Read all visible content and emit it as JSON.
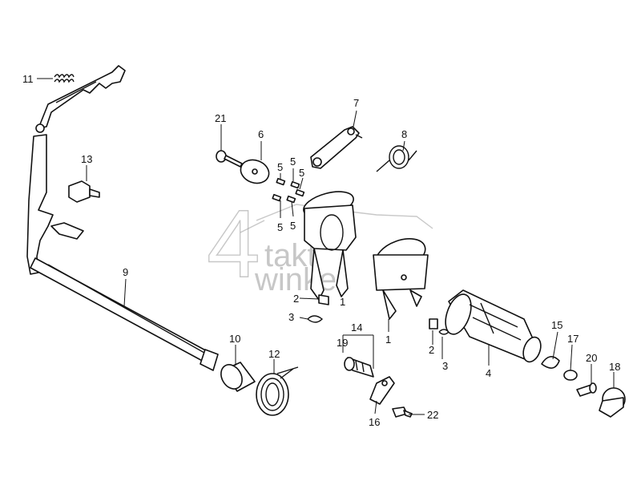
{
  "diagram": {
    "type": "exploded-parts-view",
    "watermark": {
      "number": "4",
      "line1": "takt",
      "line2": "winkel"
    },
    "labels": {
      "p11": "11",
      "p21": "21",
      "p6": "6",
      "p7": "7",
      "p8": "8",
      "p13": "13",
      "p5a": "5",
      "p5b": "5",
      "p5c": "5",
      "p5d": "5",
      "p5e": "5",
      "p9": "9",
      "p2a": "2",
      "p1a": "1",
      "p3a": "3",
      "p1b": "1",
      "p14": "14",
      "p19": "19",
      "p2b": "2",
      "p3b": "3",
      "p4": "4",
      "p15": "15",
      "p17": "17",
      "p20": "20",
      "p18": "18",
      "p10": "10",
      "p12": "12",
      "p16": "16",
      "p22": "22"
    }
  }
}
